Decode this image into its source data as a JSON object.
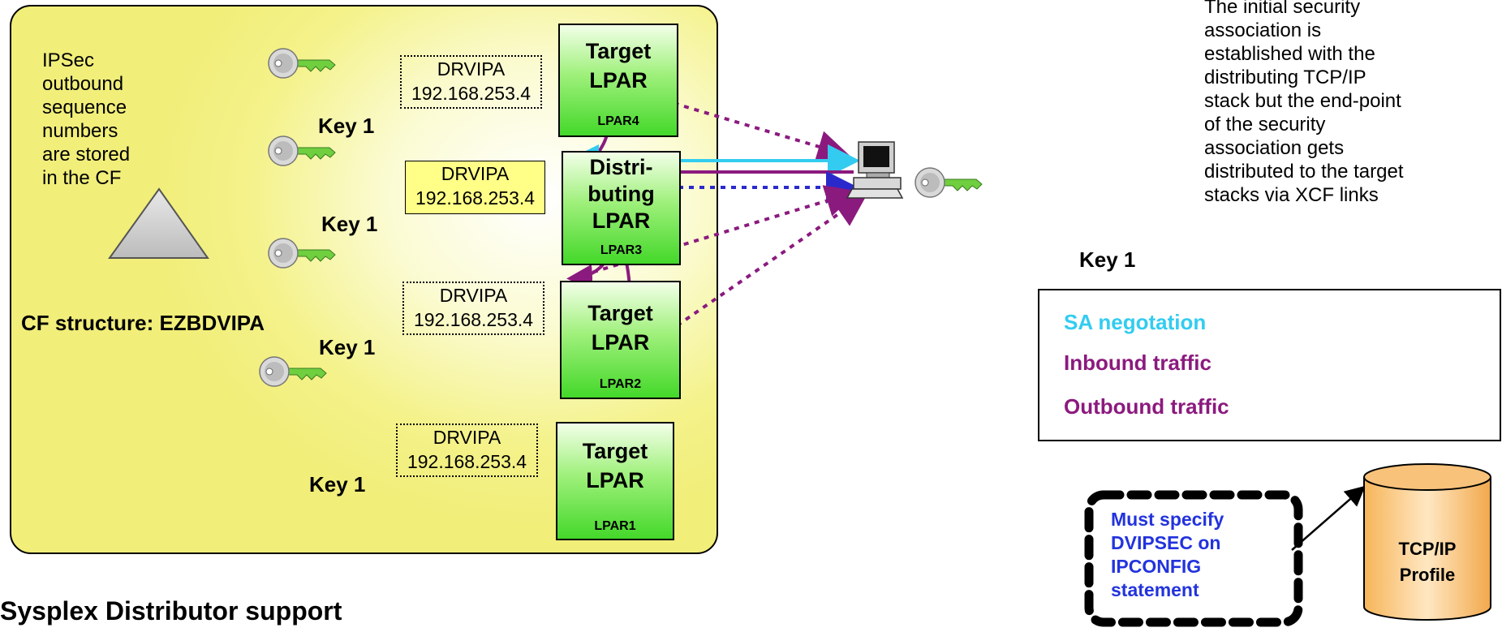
{
  "caption": "Sysplex Distributor support",
  "cf": {
    "note": "IPSec\noutbound\nsequence\nnumbers\nare stored\nin the CF",
    "structure_label": "CF structure: EZBDVIPA"
  },
  "drvipa": {
    "title": "DRVIPA",
    "address": "192.168.253.4"
  },
  "key_label": "Key 1",
  "lpars": [
    {
      "title": "Target\nLPAR",
      "id": "LPAR4"
    },
    {
      "title": "Distri-\nbuting\nLPAR",
      "id": "LPAR3"
    },
    {
      "title": "Target\nLPAR",
      "id": "LPAR2"
    },
    {
      "title": "Target\nLPAR",
      "id": "LPAR1"
    }
  ],
  "description": "The initial security\nassociation is\nestablished with the\ndistributing TCP/IP\nstack but the end-point\nof the security\nassociation gets\ndistributed to the target\nstacks via XCF links",
  "legend": {
    "sa": "SA negotation",
    "inbound": "Inbound traffic",
    "outbound": "Outbound traffic"
  },
  "note_box": "Must specify\nDVIPSEC on\nIPCONFIG\nstatement",
  "profile": "TCP/IP\nProfile",
  "colors": {
    "sa": "#33ccf0",
    "inbound": "#8b1a7e",
    "outbound": "#8b1a7e",
    "outbound_blue": "#2a2acc",
    "note_text": "#2233dd",
    "lpar_green": "#44d82a",
    "sysplex_yellow": "#f4f28a",
    "profile_orange": "#f0b45a"
  }
}
